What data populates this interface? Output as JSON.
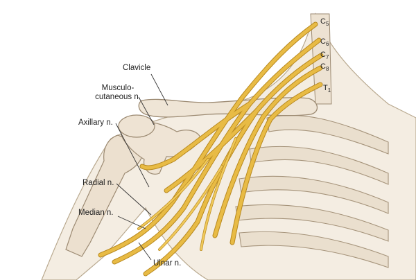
{
  "labels": {
    "clavicle": "Clavicle",
    "musculocutaneous_line1": "Musculo-",
    "musculocutaneous_line2": "cutaneous n.",
    "axillary": "Axillary n.",
    "radial": "Radial n.",
    "median": "Median n.",
    "ulnar": "Ulnar n."
  },
  "vertebrae": [
    {
      "letter": "C",
      "num": "5"
    },
    {
      "letter": "C",
      "num": "6"
    },
    {
      "letter": "C",
      "num": "7"
    },
    {
      "letter": "C",
      "num": "8"
    },
    {
      "letter": "T",
      "num": "1"
    }
  ],
  "colors": {
    "nerve": "#e8bb45",
    "nerve_edge": "#b8891f",
    "bone": "#ecdfcf",
    "bone_edge": "#9c8a72",
    "skin": "#f2eadd",
    "leader": "#333333"
  }
}
